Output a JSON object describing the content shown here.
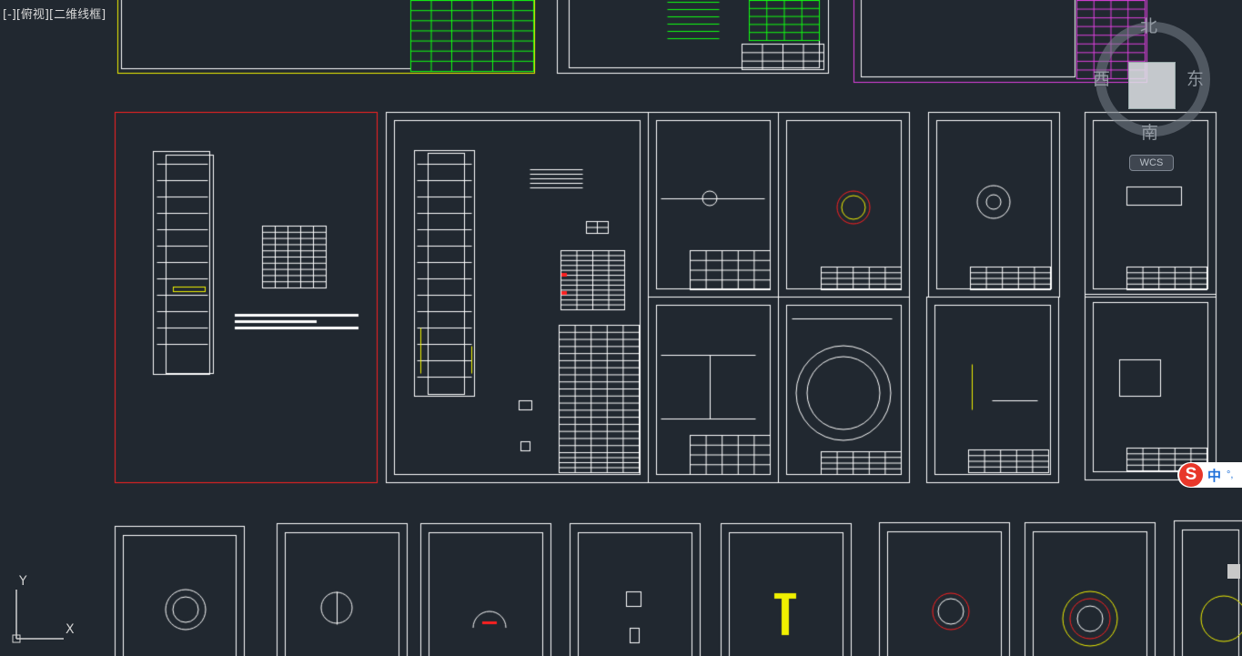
{
  "viewport": {
    "controls": [
      "[-]",
      "[俯视]",
      "[二维线框]"
    ]
  },
  "viewcube": {
    "north": "北",
    "south": "南",
    "east": "东",
    "west": "西",
    "wcs_label": "WCS"
  },
  "ucs": {
    "y_label": "Y",
    "x_label": "X"
  },
  "ime": {
    "logo": "S",
    "lang": "中",
    "dot": "°,"
  },
  "colors": {
    "background": "#212830",
    "sheet_border": "#ffffff",
    "selected_sheet": "#d02020",
    "green_layer": "#10ff10",
    "yellow_layer": "#f0f000",
    "magenta_layer": "#e040e0",
    "red_layer": "#ff2020"
  }
}
